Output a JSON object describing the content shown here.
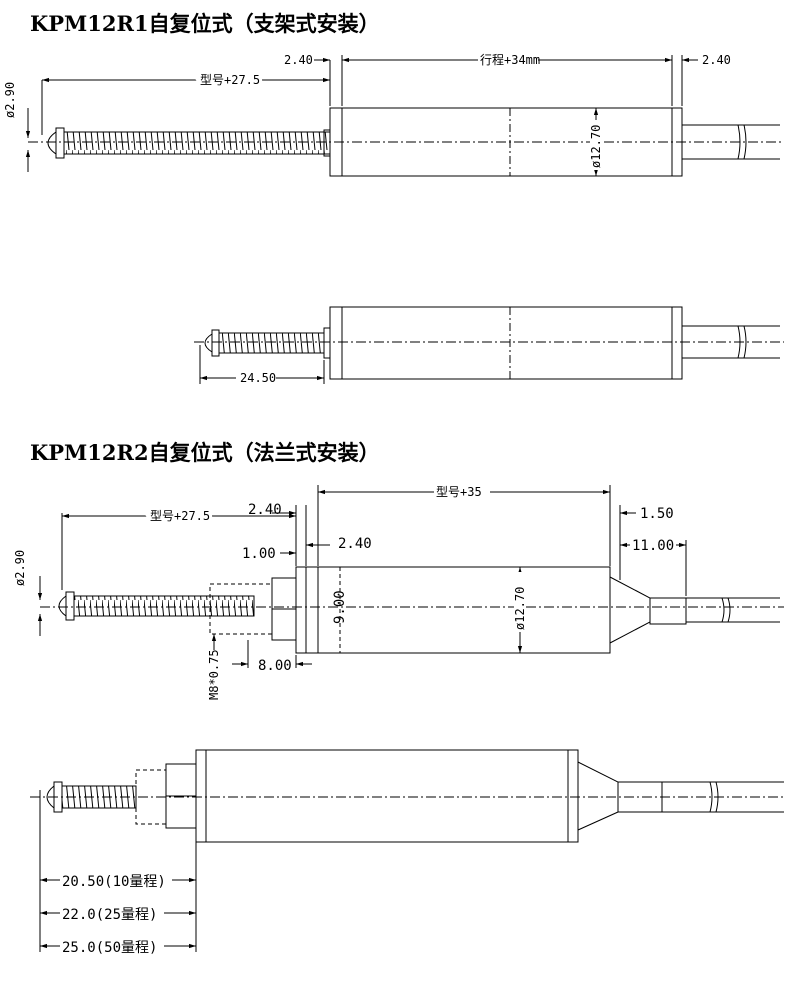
{
  "titles": {
    "r1": "KPM12R1自复位式（支架式安装）",
    "r2": "KPM12R2自复位式（法兰式安装）"
  },
  "r1_top": {
    "dim_left_length": "型号+27.5",
    "dim_gap_left": "2.40",
    "dim_stroke": "行程+34mm",
    "dim_gap_right": "2.40",
    "dim_tip_dia": "ø2.90",
    "dim_body_dia": "ø12.70"
  },
  "r1_bottom": {
    "dim_rod": "24.50"
  },
  "r2_top": {
    "dim_left_length": "型号+27.5",
    "dim_gap_1": "2.40",
    "dim_body_length": "型号+35",
    "dim_tail_gap": "1.50",
    "dim_gap_2": "2.40",
    "dim_flange": "1.00",
    "dim_tail": "11.00",
    "dim_tip_dia": "ø2.90",
    "dim_inner": "9.00",
    "dim_body_dia": "ø12.70",
    "dim_thread": "M8*0.75",
    "dim_nut": "8.00"
  },
  "r2_bottom": {
    "dim_10": "20.50(10量程)",
    "dim_25": "22.0(25量程)",
    "dim_50": "25.0(50量程)"
  }
}
